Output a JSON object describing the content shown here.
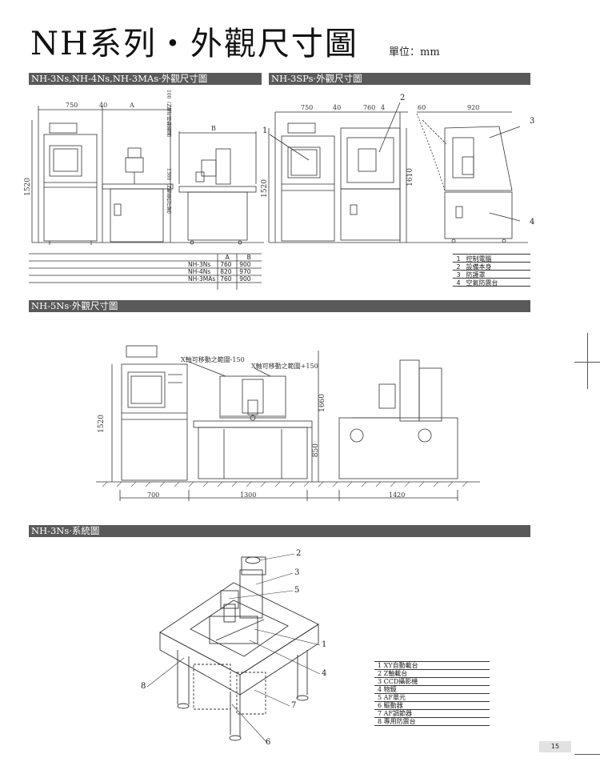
{
  "page": {
    "title": "NH系列・外觀尺寸圖",
    "unit_label": "單位：mm",
    "page_number": "15"
  },
  "sections": {
    "s1": "NH-3Ns,NH-4Ns,NH-3MAs·外觀尺寸圖",
    "s2": "NH-3SPs·外觀尺寸圖",
    "s3": "NH-5Ns·外觀尺寸圖",
    "s4": "NH-3Ns·系統圖"
  },
  "dims_s1": {
    "w750": "750",
    "w40": "40",
    "wA": "A",
    "wB": "B",
    "h1520": "1520",
    "z_range": "100（Z軸可移動範圍）",
    "z_base": "1300（Z軸最低位置）"
  },
  "model_table": {
    "headers": [
      "",
      "A",
      "B"
    ],
    "rows": [
      [
        "NH-3Ns",
        "760",
        "900"
      ],
      [
        "NH-4Ns",
        "820",
        "970"
      ],
      [
        "NH-3MAs",
        "760",
        "900"
      ]
    ]
  },
  "dims_s2": {
    "w750": "750",
    "w40": "40",
    "w760": "760",
    "n4": "4",
    "n2": "2",
    "n1": "1",
    "w60": "60",
    "w920": "920",
    "n3": "3",
    "n4b": "4",
    "h1520": "1520",
    "h1610": "1610"
  },
  "legend_s2": [
    {
      "num": "1",
      "label": "控制電腦"
    },
    {
      "num": "2",
      "label": "設備本身"
    },
    {
      "num": "3",
      "label": "防護罩"
    },
    {
      "num": "4",
      "label": "空氣防震台"
    }
  ],
  "dims_s3": {
    "x_minus": "X軸可移動之範圍-150",
    "x_plus": "X軸可移動之範圍+150",
    "h1520": "1520",
    "h1660": "1660",
    "h850": "850",
    "w700": "700",
    "w1300": "1300",
    "w1420": "1420"
  },
  "callouts_s4": [
    "2",
    "3",
    "5",
    "1",
    "4",
    "8",
    "7",
    "6"
  ],
  "legend_s4": [
    "1 XY自動載台",
    "2 Z軸載台",
    "3 CCD攝影機",
    "4 物鏡",
    "5 AF單元",
    "6 驅動器",
    "7 AF調節器",
    "8 專用防震台"
  ]
}
